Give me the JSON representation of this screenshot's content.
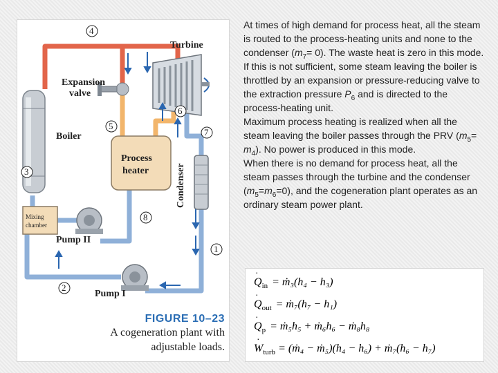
{
  "figure": {
    "labels": {
      "turbine": "Turbine",
      "expansion_valve_line1": "Expansion",
      "expansion_valve_line2": "valve",
      "boiler": "Boiler",
      "process_heater_line1": "Process",
      "process_heater_line2": "heater",
      "condenser": "Condenser",
      "mixing_chamber_line1": "Mixing",
      "mixing_chamber_line2": "chamber",
      "pump_2": "Pump II",
      "pump_1": "Pump I"
    },
    "state_numbers": [
      "1",
      "2",
      "3",
      "4",
      "5",
      "6",
      "7",
      "8"
    ],
    "caption": {
      "number": "FIGURE 10–23",
      "line1": "A cogeneration plant with",
      "line2": "adjustable loads."
    },
    "colors": {
      "steam_pipe": "#e2654a",
      "water_pipe": "#8fb0d8",
      "process_pipe": "#f2b56b",
      "flow_arrow": "#2a66b0",
      "caption_blue": "#2a6db4"
    }
  },
  "text": {
    "p1": {
      "a": "At times of high demand for process heat, all the steam is routed to the process-heating units and none to the condenser (",
      "m": "m",
      "sub": "7",
      "b": "= 0). The waste heat is zero in this mode."
    },
    "p2": {
      "a": "If this is not sufficient, some steam leaving the boiler is throttled by an expansion or pressure-reducing valve to the extraction pressure ",
      "p": "P",
      "sub": "6",
      "b": " and is directed to the process-heating unit."
    },
    "p3": {
      "a": "Maximum process heating is realized when all the steam leaving the boiler passes through the PRV (",
      "m1": "m",
      "sub1": "5",
      "mid": "= ",
      "m2": "m",
      "sub2": "4",
      "b": "). No power is produced in this mode."
    },
    "p4": {
      "a": "When there is no demand for process heat, all the steam passes through the turbine and the condenser (",
      "m1": "m",
      "sub1": "5",
      "mid": "=",
      "m2": "m",
      "sub2": "6",
      "b": "=0), and the cogeneration plant operates as an ordinary steam power plant."
    }
  },
  "equations": {
    "q_in": {
      "lhs": "Q",
      "lhs_sub": "in",
      "rhs": "= ṁ₃(h₄ − h₃)"
    },
    "q_out": {
      "lhs": "Q",
      "lhs_sub": "out",
      "rhs": "= ṁ₇(h₇ − h₁)"
    },
    "q_p": {
      "lhs": "Q",
      "lhs_sub": "p",
      "rhs": "= ṁ₅h₅ + ṁ₆h₆ − ṁ₈h₈"
    },
    "w_turb": {
      "lhs": "W",
      "lhs_sub": "turb",
      "rhs": "= (ṁ₄ − ṁ₅)(h₄ − h₆) + ṁ₇(h₆ − h₇)"
    }
  }
}
